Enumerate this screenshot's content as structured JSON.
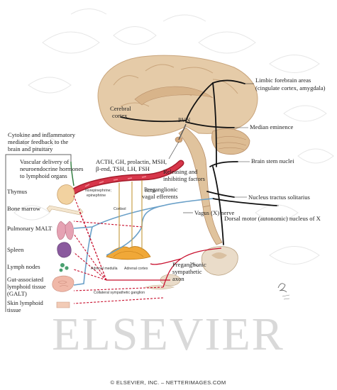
{
  "labels": {
    "limbic": [
      "Limbic forebrain areas",
      "(cingulate cortex, amygdala)"
    ],
    "cerebral_cortex": [
      "Cerebral",
      "cortex"
    ],
    "pvn": "PVN",
    "median_eminence": "Median eminence",
    "cytokine": [
      "Cytokine and inflammatory",
      "mediator feedback to the",
      "brain and pituitary"
    ],
    "vascular": [
      "Vascular delivery of",
      "neuroendocrine hormones",
      "to lymphoid organs"
    ],
    "hormones": [
      "ACTH, GH, prolactin, MSH,",
      "β-end, TSH, LH, FSH"
    ],
    "brainstem": "Brain stem nuclei",
    "releasing": [
      "Releasing and",
      "inhibiting factors"
    ],
    "thymus": "Thymus",
    "norepi": [
      "Norepinephrine;",
      "epinephrine"
    ],
    "acth_small": "ACTH",
    "cortisol": "Cortisol",
    "preganglionic_vagal": [
      "Preganglionic",
      "vagal efferents"
    ],
    "nts": "Nucleus tractus solitarius",
    "bone_marrow": "Bone marrow",
    "vagus": "Vagus (X) nerve",
    "dorsal_motor": "Dorsal motor (autonomic) nucleus of X",
    "pulmonary": "Pulmonary MALT",
    "spleen": "Spleen",
    "lymph_nodes": "Lymph nodes",
    "adrenal_medulla": "Adrenal medulla",
    "adrenal_cortex": "Adrenal cortex",
    "pre_symp": [
      "Preganglionic",
      "sympathetic",
      "axon"
    ],
    "galt": [
      "Gut-associated",
      "lymphoid tissue",
      "(GALT)"
    ],
    "collateral": "Collateral sympathetic ganglion",
    "skin": [
      "Skin lymphoid",
      "tissue"
    ]
  },
  "watermark": "ELSEVIER",
  "copyright": "© ELSEVIER, INC. – NETTERIMAGES.COM",
  "colors": {
    "brain": "#e5cba8",
    "brain_dark": "#c9a57c",
    "nerve_black": "#111111",
    "sympathetic_red": "#c8102e",
    "vagal_blue": "#6aa0c8",
    "hormone_tan": "#c7a14a",
    "blood_vessel": "#d7364a",
    "watermark": "#d9d9d9"
  }
}
